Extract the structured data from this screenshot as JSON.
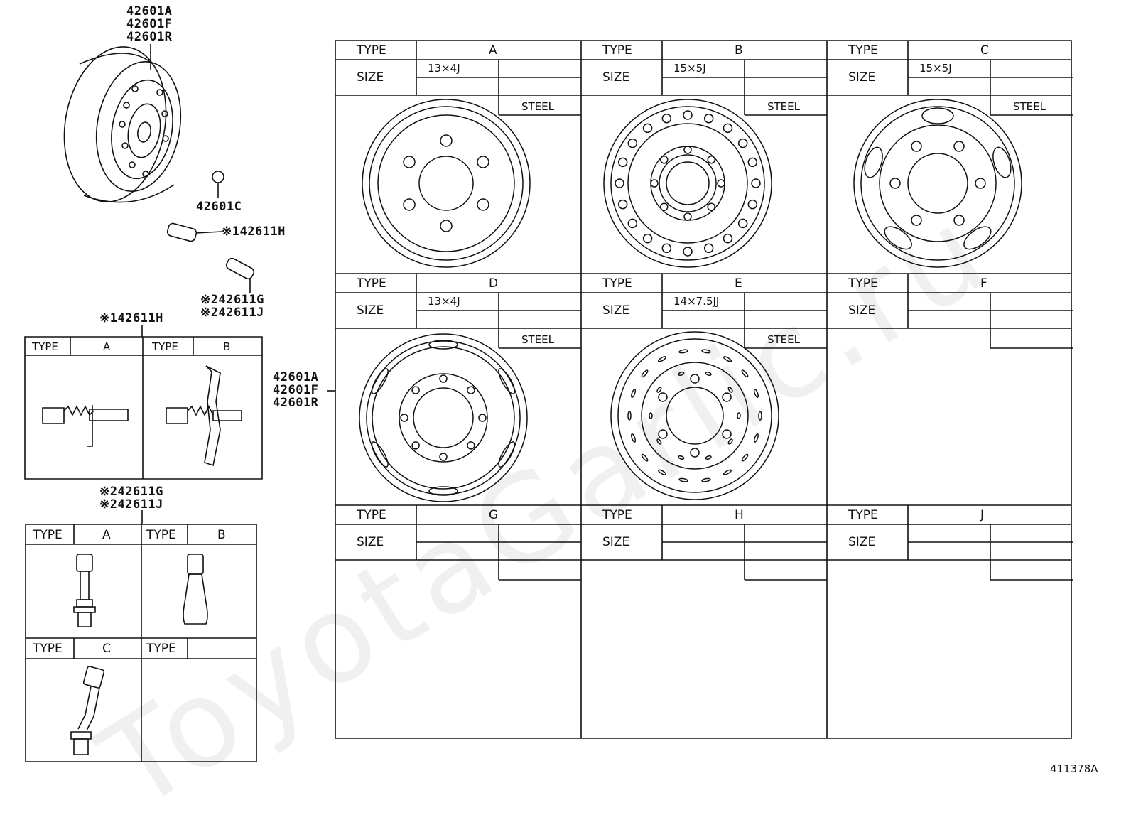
{
  "watermark": "ToyotaGarlic.ru",
  "diagram_id": "411378A",
  "labels": {
    "wheel_top": [
      "42601A",
      "42601F",
      "42601R"
    ],
    "wheel_side": [
      "42601A",
      "42601F",
      "42601R"
    ],
    "cap": "42601C",
    "sensor": "※142611H",
    "valve": [
      "※242611G",
      "※242611J"
    ],
    "sensor_box_title": "※142611H",
    "valve_box_title": [
      "※242611G",
      "※242611J"
    ]
  },
  "table_headers": {
    "type": "TYPE",
    "size": "SIZE"
  },
  "wheel_types": [
    {
      "type": "A",
      "size": "13×4J",
      "material": "STEEL"
    },
    {
      "type": "B",
      "size": "15×5J",
      "material": "STEEL"
    },
    {
      "type": "C",
      "size": "15×5J",
      "material": "STEEL"
    },
    {
      "type": "D",
      "size": "13×4J",
      "material": "STEEL"
    },
    {
      "type": "E",
      "size": "14×7.5JJ",
      "material": "STEEL"
    },
    {
      "type": "F",
      "size": "",
      "material": ""
    },
    {
      "type": "G",
      "size": "",
      "material": ""
    },
    {
      "type": "H",
      "size": "",
      "material": ""
    },
    {
      "type": "J",
      "size": "",
      "material": ""
    }
  ],
  "sensor_types": [
    "A",
    "B"
  ],
  "valve_types": [
    "A",
    "B",
    "C",
    ""
  ]
}
